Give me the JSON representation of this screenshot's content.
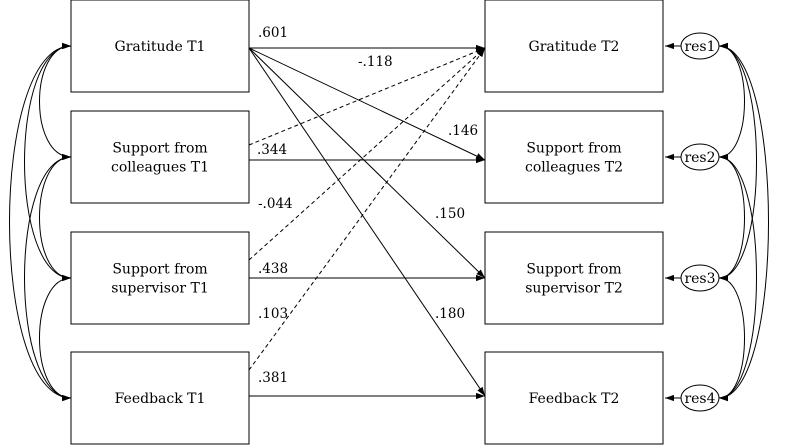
{
  "predictors": [
    {
      "id": "g1",
      "lines": [
        "Gratitude T1"
      ]
    },
    {
      "id": "c1",
      "lines": [
        "Support from",
        "colleagues T1"
      ]
    },
    {
      "id": "s1",
      "lines": [
        "Support from",
        "supervisor T1"
      ]
    },
    {
      "id": "f1",
      "lines": [
        "Feedback T1"
      ]
    }
  ],
  "outcomes": [
    {
      "id": "g2",
      "lines": [
        "Gratitude T2"
      ]
    },
    {
      "id": "c2",
      "lines": [
        "Support from",
        "colleagues T2"
      ]
    },
    {
      "id": "s2",
      "lines": [
        "Support from",
        "supervisor T2"
      ]
    },
    {
      "id": "f2",
      "lines": [
        "Feedback T2"
      ]
    }
  ],
  "residuals": [
    "res1",
    "res2",
    "res3",
    "res4"
  ],
  "paths": [
    {
      "from": "g1",
      "to": "g2",
      "coef": ".601",
      "style": "solid"
    },
    {
      "from": "g1",
      "to": "c2",
      "coef": ".146",
      "style": "solid"
    },
    {
      "from": "g1",
      "to": "s2",
      "coef": ".150",
      "style": "solid"
    },
    {
      "from": "g1",
      "to": "f2",
      "coef": ".180",
      "style": "solid"
    },
    {
      "from": "c1",
      "to": "g2",
      "coef": "-.118",
      "style": "dashed"
    },
    {
      "from": "c1",
      "to": "c2",
      "coef": ".344",
      "style": "solid"
    },
    {
      "from": "s1",
      "to": "g2",
      "coef": "-.044",
      "style": "dashed"
    },
    {
      "from": "s1",
      "to": "s2",
      "coef": ".438",
      "style": "solid"
    },
    {
      "from": "f1",
      "to": "g2",
      "coef": ".103",
      "style": "dashed"
    },
    {
      "from": "f1",
      "to": "f2",
      "coef": ".381",
      "style": "solid"
    }
  ],
  "covariances": {
    "left": [
      [
        "g1",
        "c1"
      ],
      [
        "g1",
        "s1"
      ],
      [
        "g1",
        "f1"
      ],
      [
        "c1",
        "s1"
      ],
      [
        "c1",
        "f1"
      ],
      [
        "s1",
        "f1"
      ]
    ],
    "right": [
      [
        "res1",
        "res2"
      ],
      [
        "res1",
        "res3"
      ],
      [
        "res1",
        "res4"
      ],
      [
        "res2",
        "res3"
      ],
      [
        "res2",
        "res4"
      ],
      [
        "res3",
        "res4"
      ]
    ]
  }
}
